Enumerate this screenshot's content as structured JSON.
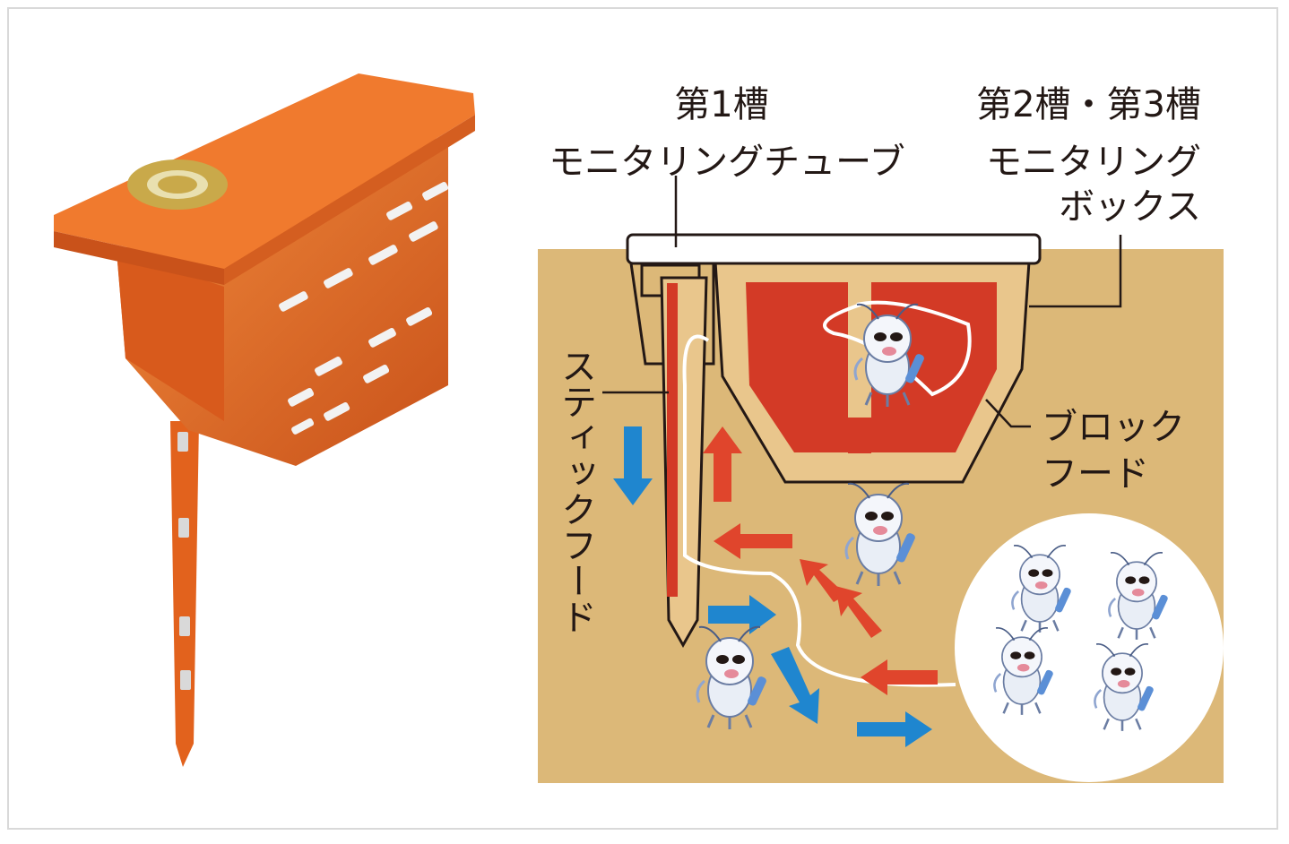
{
  "labels": {
    "tank1_title": "第1槽",
    "tank1_name": "モニタリングチューブ",
    "tank23_title": "第2槽・第3槽",
    "tank23_name_line1": "モニタリング",
    "tank23_name_line2": "ボックス",
    "stick_hood": "スティックフード",
    "block_hood_line1": "ブロック",
    "block_hood_line2": "フード"
  },
  "colors": {
    "product_orange": "#e8651e",
    "soil": "#dcb878",
    "hood_red": "#d33a26",
    "arrow_red": "#e0452c",
    "arrow_blue": "#1f86cf",
    "line": "#231815"
  }
}
